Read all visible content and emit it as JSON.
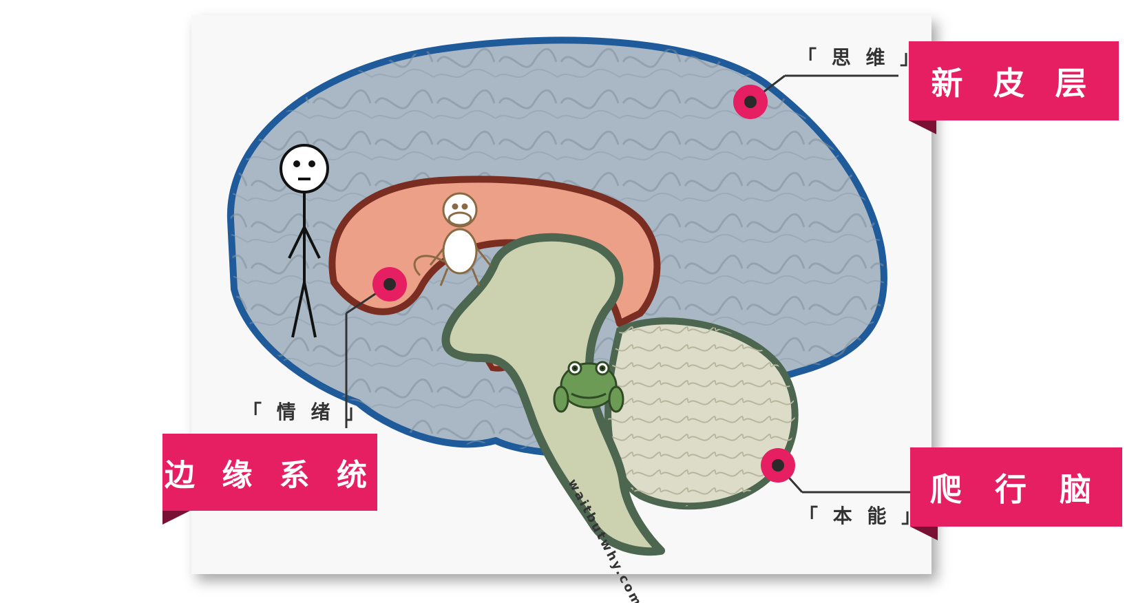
{
  "diagram": {
    "neocortex": {
      "label": "新 皮 层",
      "sublabel": "「 思 维 」"
    },
    "limbic": {
      "label": "边 缘 系 统",
      "sublabel": "「 情 绪 」"
    },
    "reptilian": {
      "label": "爬 行 脑",
      "sublabel": "「 本 能 」"
    },
    "watermark": "waitbutwhy.com"
  },
  "colors": {
    "accent": "#e61e62",
    "cortex_outline": "#1f5b9a",
    "cortex_fill": "#a9b8c4",
    "limbic_outline": "#7a2e22",
    "limbic_fill": "#eda088",
    "brainstem_outline": "#4d6650",
    "brainstem_fill": "#ccd2b0",
    "cerebellum_fill": "#dcdcc8"
  }
}
